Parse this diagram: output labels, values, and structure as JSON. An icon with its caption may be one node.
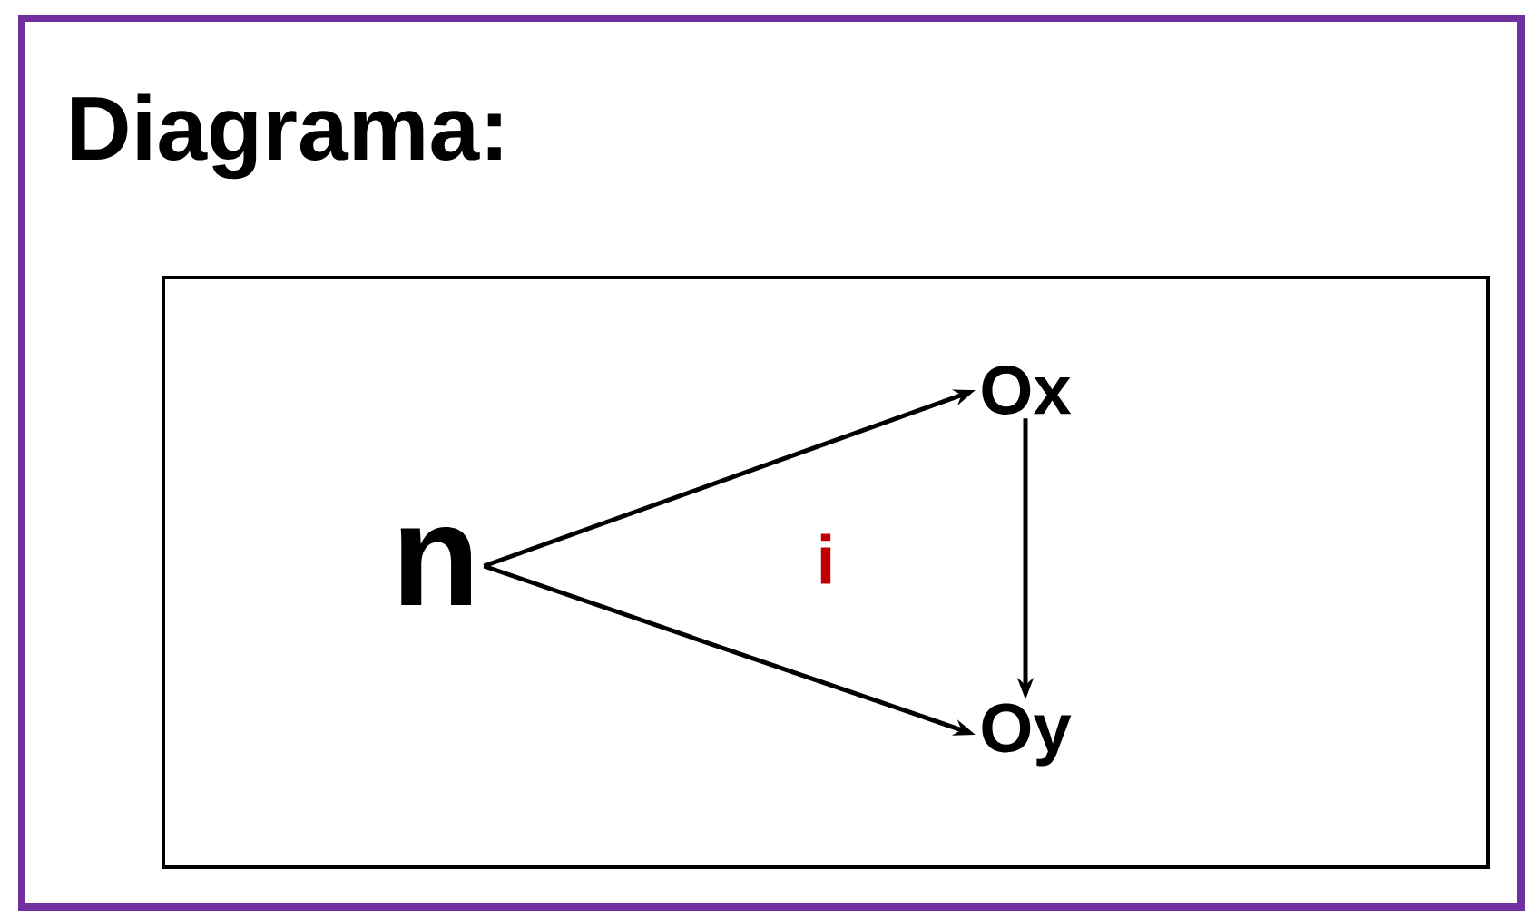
{
  "diagram": {
    "title": "Diagrama:",
    "nodes": [
      {
        "text": [],
        "shape": "box"
      },
      {
        "text": [
          "n"
        ],
        "in": 0
      },
      {
        "text": [
          "Ox"
        ],
        "in": 0
      },
      {
        "text": [
          "Oy"
        ],
        "in": 0
      }
    ],
    "edges": [
      {
        "from": 1,
        "to": 2,
        "arrow": "to"
      },
      {
        "from": 1,
        "to": 3,
        "arrow": "to"
      },
      {
        "from": 2,
        "to": 3,
        "arrow": "to"
      }
    ],
    "labels": [
      "i"
    ]
  }
}
